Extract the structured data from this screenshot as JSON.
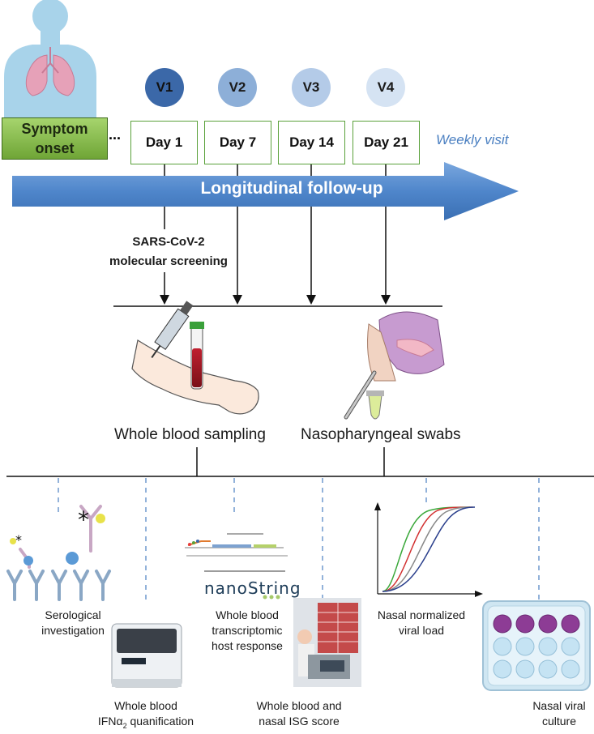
{
  "timeline": {
    "onset_label": "Symptom\nonset",
    "ellipsis": "...",
    "visits": [
      {
        "label": "V1",
        "day": "Day 1",
        "color": "#3b68a8"
      },
      {
        "label": "V2",
        "day": "Day 7",
        "color": "#8dafd8"
      },
      {
        "label": "V3",
        "day": "Day 14",
        "color": "#b4cbe8"
      },
      {
        "label": "V4",
        "day": "Day 21",
        "color": "#d5e3f3"
      }
    ],
    "weekly_label": "Weekly visit",
    "followup_label": "Longitudinal follow-up",
    "screening_label": "SARS-CoV-2\nmolecular screening"
  },
  "samples": {
    "blood_label": "Whole blood sampling",
    "swab_label": "Nasopharyngeal swabs"
  },
  "analyses": {
    "serology": "Serological\ninvestigation",
    "ifn_line1": "Whole blood",
    "ifn_line2": "IFNα",
    "ifn_sub": "2",
    "ifn_line2_rest": " quanification",
    "transcriptomic": "Whole blood\ntranscriptomic\nhost response",
    "isg": "Whole blood and\nnasal ISG score",
    "viral_load": "Nasal normalized\nviral load",
    "culture": "Nasal viral\nculture",
    "nanostring_logo": "nanoString"
  },
  "colors": {
    "arrow": "#5b8fd0",
    "onset_box": "#86bd4c",
    "day_border": "#5aa13a",
    "dashed": "#4a7fc1",
    "curve_green": "#3aa83a",
    "curve_red": "#d23030",
    "curve_blue": "#2a3f8c",
    "curve_gray": "#888888"
  }
}
